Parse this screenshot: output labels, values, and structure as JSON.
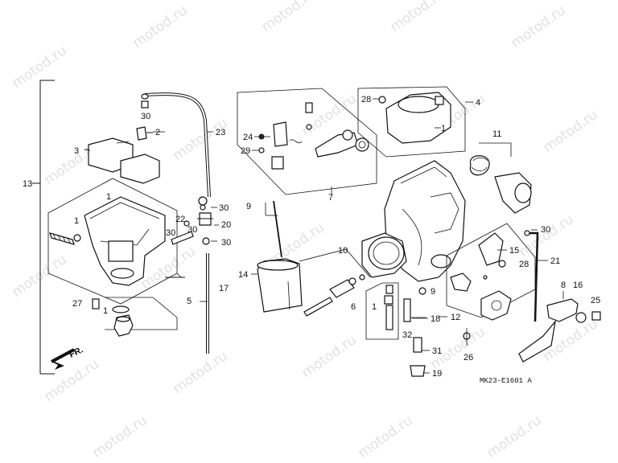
{
  "watermark": {
    "text": "motod.ru"
  },
  "drawing_code": "MK23-E1601 A",
  "direction_marker": {
    "label": "FR.",
    "icon": "front-direction-arrow-icon"
  },
  "callouts": {
    "n1": "1",
    "n2": "2",
    "n3": "3",
    "n4": "4",
    "n5": "5",
    "n6": "6",
    "n7": "7",
    "n8": "8",
    "n9": "9",
    "n10": "10",
    "n11": "11",
    "n12": "12",
    "n13": "13",
    "n14": "14",
    "n15": "15",
    "n16": "16",
    "n17": "17",
    "n18": "18",
    "n19": "19",
    "n20": "20",
    "n21": "21",
    "n22": "22",
    "n23": "23",
    "n24": "24",
    "n25": "25",
    "n26": "26",
    "n27": "27",
    "n28": "28",
    "n29": "29",
    "n30": "30",
    "n31": "31",
    "n32": "32"
  }
}
